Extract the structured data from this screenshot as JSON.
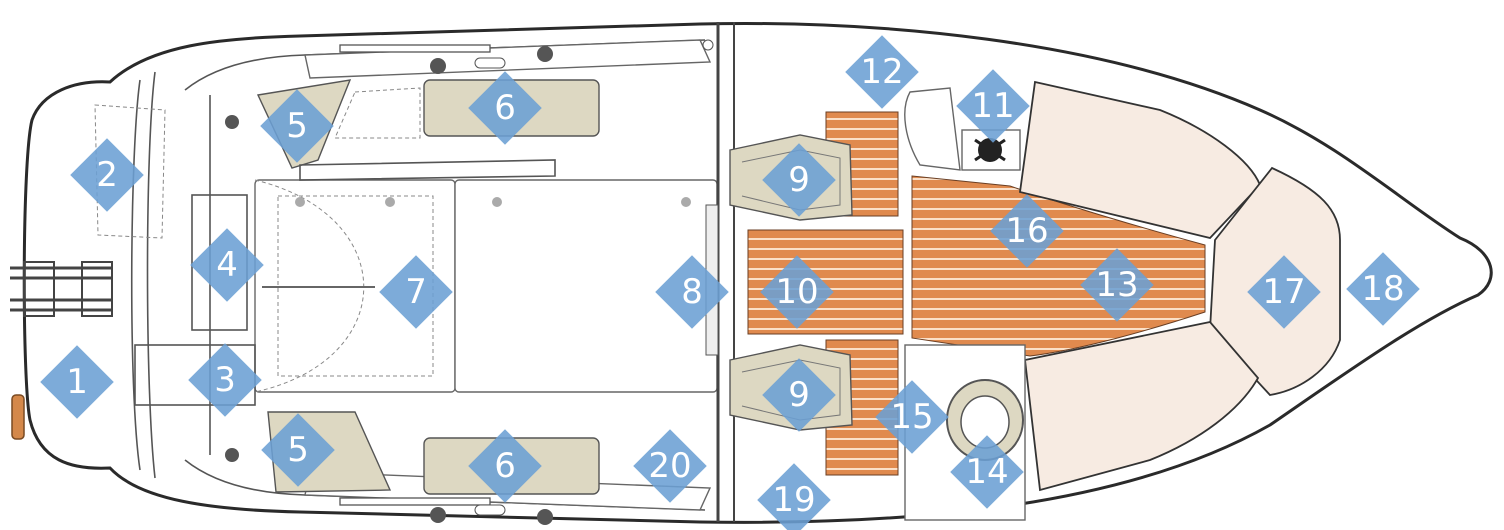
{
  "callouts": [
    {
      "n": "1"
    },
    {
      "n": "2"
    },
    {
      "n": "3"
    },
    {
      "n": "4"
    },
    {
      "n": "5"
    },
    {
      "n": "5"
    },
    {
      "n": "6"
    },
    {
      "n": "6"
    },
    {
      "n": "7"
    },
    {
      "n": "8"
    },
    {
      "n": "9"
    },
    {
      "n": "9"
    },
    {
      "n": "10"
    },
    {
      "n": "11"
    },
    {
      "n": "12"
    },
    {
      "n": "13"
    },
    {
      "n": "14"
    },
    {
      "n": "15"
    },
    {
      "n": "16"
    },
    {
      "n": "17"
    },
    {
      "n": "18"
    },
    {
      "n": "19"
    },
    {
      "n": "20"
    }
  ],
  "colors": {
    "callout": "#6b9fd4",
    "teak_deck": "#e08a4e",
    "cushion_tan": "#ddd8c2",
    "cushion_pink": "#f7ebe2",
    "hull_outline": "#2a2a2a"
  }
}
